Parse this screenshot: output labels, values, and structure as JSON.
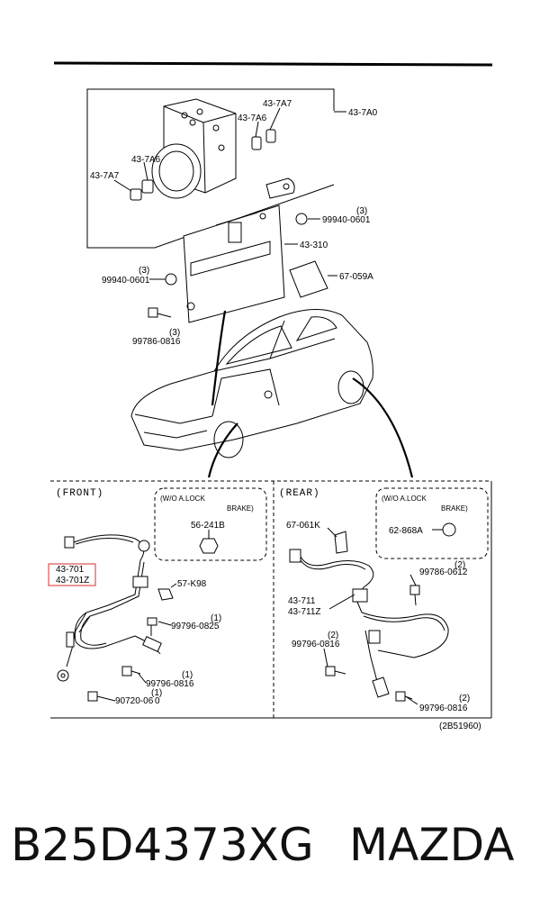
{
  "diagram": {
    "top_labels": {
      "hu_assembly": "43-7A0",
      "fitting_a7_top": "43-7A7",
      "fitting_a6_top": "43-7A6",
      "fitting_a6_left": "43-7A6",
      "fitting_a7_left": "43-7A7",
      "nut_right": "99940-0601",
      "nut_right_qty": "(3)",
      "bracket": "43-310",
      "pad": "67-059A",
      "nut_left": "99940-0601",
      "nut_left_qty": "(3)",
      "bolt_left": "99786-0816",
      "bolt_left_qty": "(3)"
    },
    "front": {
      "title": "(FRONT)",
      "box_title_1": "(W/O  A.LOCK",
      "box_title_2": "BRAKE)",
      "box_part": "56-241B",
      "sensor_1": "43-701",
      "sensor_2": "43-701Z",
      "clip": "57-K98",
      "bolt_a": "99796-0825",
      "bolt_a_qty": "(1)",
      "bolt_b": "99796-0816",
      "bolt_b_qty": "(1)",
      "bolt_c": "90720-06",
      "bolt_c_qty": "(1)",
      "bolt_c_suffix": "0"
    },
    "rear": {
      "title": "(REAR)",
      "box_title_1": "(W/O  A.LOCK",
      "box_title_2": "BRAKE)",
      "box_part": "62-868A",
      "grommet": "67-061K",
      "bolt_top": "99786-0612",
      "bolt_top_qty": "(2)",
      "sensor_1": "43-711",
      "sensor_2": "43-711Z",
      "bolt_mid": "99796-0816",
      "bolt_mid_qty": "(2)",
      "bolt_bottom": "99796-0816",
      "bolt_bottom_qty": "(2)"
    },
    "drawing_code": "(2B51960)",
    "highlight_color": "#e05050"
  },
  "caption": {
    "part_number": "B25D4373XG",
    "brand": "MAZDA"
  }
}
